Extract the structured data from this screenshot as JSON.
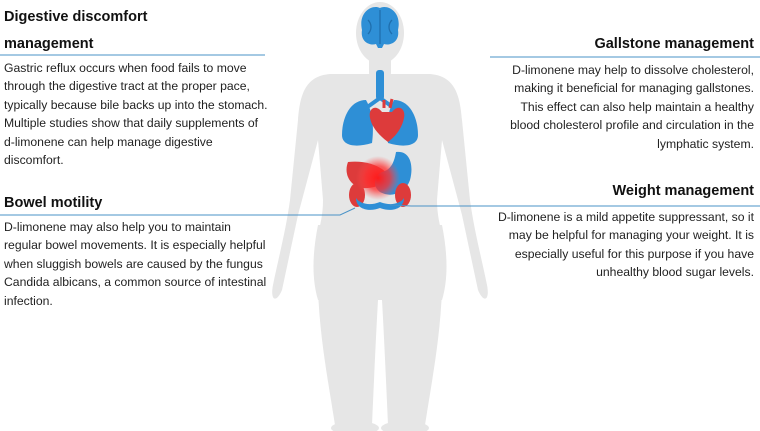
{
  "sections": {
    "digestive": {
      "title_line1": "Digestive discomfort",
      "title_line2": "management",
      "text": "Gastric reflux occurs when food fails to move through the digestive tract at the proper pace, typically because bile backs up into the stomach. Multiple studies show that daily supplements of d-limonene can help manage digestive discomfort."
    },
    "bowel": {
      "title": "Bowel motility",
      "text": "D-limonene may also help you to maintain regular bowel movements. It is especially helpful when sluggish bowels are caused by the fungus Candida albicans, a common source of intestinal infection."
    },
    "gallstone": {
      "title": "Gallstone management",
      "text": "D-limonene may help to dissolve cholesterol, making it beneficial for managing gallstones. This effect can also help maintain a healthy blood cholesterol profile and circulation in the lymphatic system."
    },
    "weight": {
      "title": "Weight management",
      "text": "D-limonene is a mild appetite suppressant, so it may be helpful for managing your weight. It is especially useful for this purpose if you have unhealthy blood sugar levels."
    }
  },
  "colors": {
    "body": "#e6e6e6",
    "organ_blue": "#2e8fd6",
    "organ_red": "#dd3b3b",
    "rule": "#4a93c7"
  }
}
